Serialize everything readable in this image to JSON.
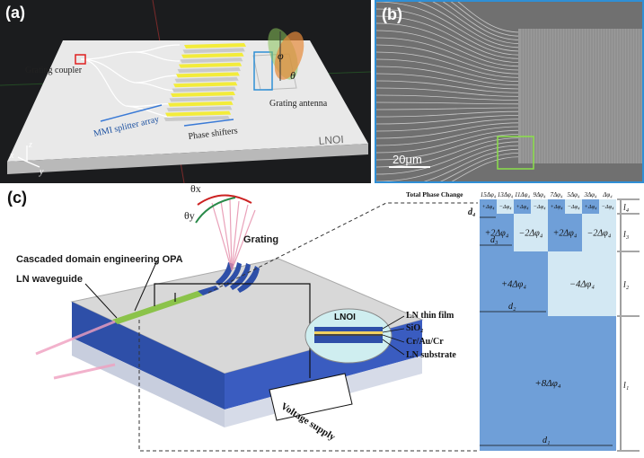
{
  "panel_a": {
    "label": "(a)",
    "grating_coupler": "Grating coupler",
    "mmi_splitter_array": "MMI splitter array",
    "phase_shifters": "Phase shifters",
    "grating_antenna": "Grating antenna",
    "phi_symbol": "φ",
    "theta_symbol": "θ",
    "lnoi": "LNOI",
    "axis_x": "x",
    "axis_y": "y",
    "axis_z": "z"
  },
  "panel_b": {
    "label": "(b)",
    "scale_bar": "20μm"
  },
  "panel_c": {
    "label": "(c)",
    "theta_x": "θx",
    "theta_y": "θy",
    "grating": "Grating",
    "cascaded_opa": "Cascaded domain engineering OPA",
    "ln_waveguide": "LN waveguide",
    "lnoi": "LNOI",
    "voltage_supply": "Voltage supply",
    "layers": [
      "LN thin film",
      "SiO₂",
      "Cr/Au/Cr",
      "LN substrate"
    ],
    "total_phase_change": "Total Phase Change",
    "column_phases": [
      "15Δφ₄",
      "13Δφ₄",
      "11Δφ₄",
      "9Δφ₄",
      "7Δφ₄",
      "5Δφ₄",
      "3Δφ₄",
      "Δφ₄"
    ],
    "row4_cells": [
      "+Δφ₄",
      "−Δφ₄",
      "+Δφ₄",
      "−Δφ₄",
      "+Δφ₄",
      "−Δφ₄",
      "+Δφ₄",
      "−Δφ₄"
    ],
    "row3_cells": [
      "+2Δφ₄",
      "−2Δφ₄",
      "+2Δφ₄",
      "−2Δφ₄"
    ],
    "row2_cells": [
      "+4Δφ₄",
      "−4Δφ₄"
    ],
    "row1_cell": "+8Δφ₄",
    "d_labels": [
      "d₄",
      "d₃",
      "d₂",
      "d₁"
    ],
    "l_labels": [
      "l₄",
      "l₃",
      "l₂",
      "l₁"
    ]
  },
  "colors": {
    "domain_dark": "#6f9fd8",
    "domain_light": "#d3e8f3",
    "chip_blue": "#2e4fa8",
    "electrode_yellow": "#f3ec3a",
    "sem_highlight": "#8be04a",
    "border_blue": "#2f8fd6"
  }
}
